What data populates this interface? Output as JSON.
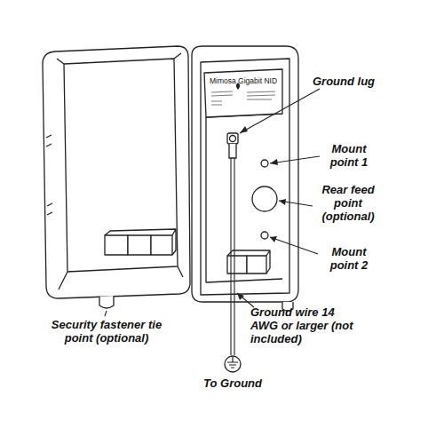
{
  "diagram": {
    "labels": [
      "Ground lug",
      "Mimosa Gigabit NID",
      "Mount point 1",
      "Rear feed point (optional)",
      "Mount point 2",
      "Ground wire 14 AWG or larger (not included)",
      "Security fastener tie point (optional)",
      "To Ground"
    ]
  }
}
